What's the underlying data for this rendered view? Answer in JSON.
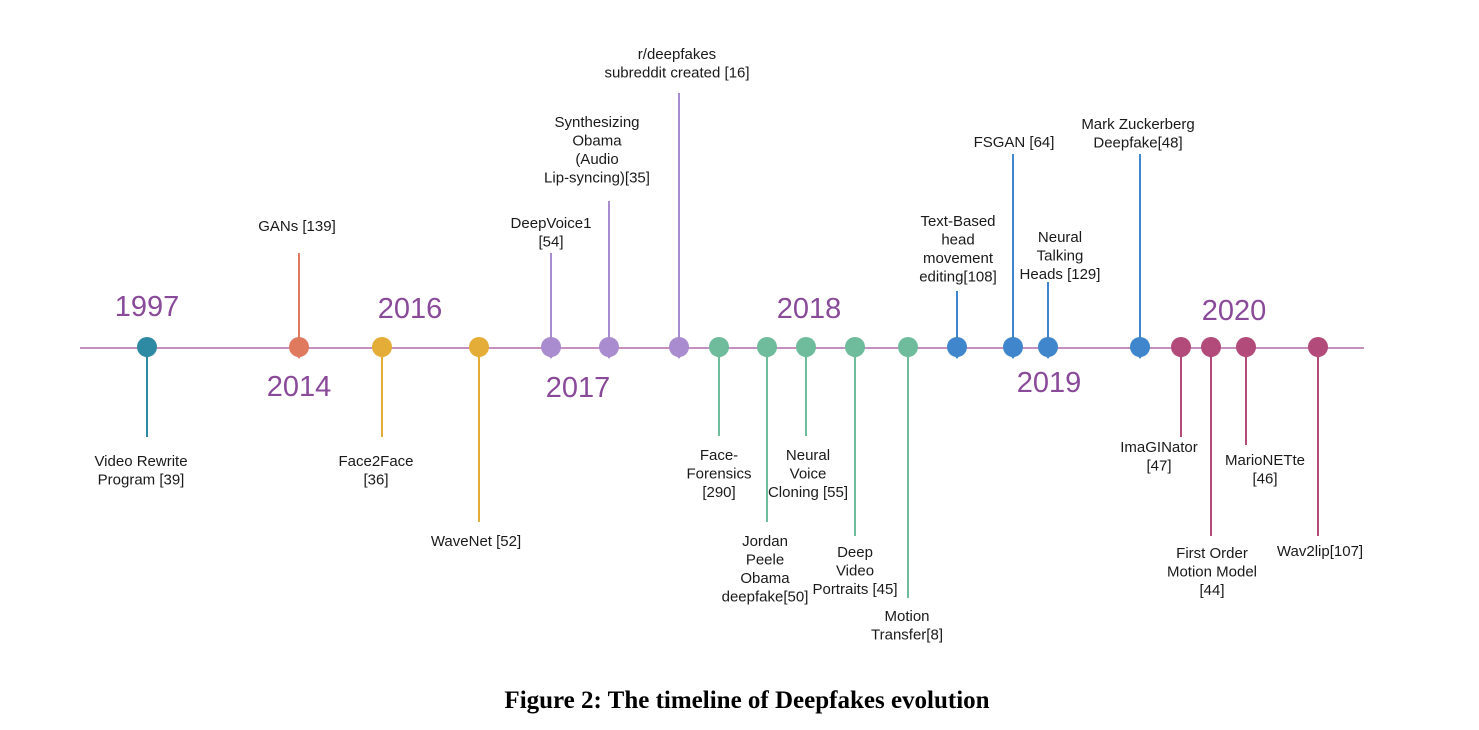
{
  "caption": "Figure 2: The timeline of Deepfakes evolution",
  "colors": {
    "axis": "#c58fc0",
    "teal": "#2e8aa3",
    "orange": "#e07a5f",
    "amber": "#e4ad37",
    "purple": "#a98bd0",
    "green": "#6ebc9c",
    "blue": "#3f86cc",
    "magenta": "#b24a7a"
  },
  "years": [
    "1997",
    "2014",
    "2016",
    "2017",
    "2018",
    "2019",
    "2020"
  ],
  "events": [
    {
      "label": [
        "Video Rewrite",
        "Program [39]"
      ],
      "color": "teal"
    },
    {
      "label": [
        "GANs [139]"
      ],
      "color": "orange"
    },
    {
      "label": [
        "Face2Face",
        "[36]"
      ],
      "color": "amber"
    },
    {
      "label": [
        "WaveNet [52]"
      ],
      "color": "amber"
    },
    {
      "label": [
        "DeepVoice1",
        "[54]"
      ],
      "color": "purple"
    },
    {
      "label": [
        "Synthesizing",
        "Obama",
        "(Audio",
        "Lip-syncing)[35]"
      ],
      "color": "purple"
    },
    {
      "label": [
        "r/deepfakes",
        "subreddit created [16]"
      ],
      "color": "purple"
    },
    {
      "label": [
        "Face-",
        "Forensics",
        "[290]"
      ],
      "color": "green"
    },
    {
      "label": [
        "Jordan",
        "Peele",
        "Obama",
        "deepfake[50]"
      ],
      "color": "green"
    },
    {
      "label": [
        "Neural",
        "Voice",
        "Cloning [55]"
      ],
      "color": "green"
    },
    {
      "label": [
        "Deep",
        "Video",
        "Portraits [45]"
      ],
      "color": "green"
    },
    {
      "label": [
        "Motion",
        "Transfer[8]"
      ],
      "color": "green"
    },
    {
      "label": [
        "Text-Based",
        "head",
        "movement",
        "editing[108]"
      ],
      "color": "blue"
    },
    {
      "label": [
        "FSGAN [64]"
      ],
      "color": "blue"
    },
    {
      "label": [
        "Neural",
        "Talking",
        "Heads [129]"
      ],
      "color": "blue"
    },
    {
      "label": [
        "Mark Zuckerberg",
        "Deepfake[48]"
      ],
      "color": "blue"
    },
    {
      "label": [
        "ImaGINator",
        "[47]"
      ],
      "color": "magenta"
    },
    {
      "label": [
        "First Order",
        "Motion Model",
        "[44]"
      ],
      "color": "magenta"
    },
    {
      "label": [
        "MarioNETte",
        "[46]"
      ],
      "color": "magenta"
    },
    {
      "label": [
        "Wav2lip[107]"
      ],
      "color": "magenta"
    }
  ]
}
